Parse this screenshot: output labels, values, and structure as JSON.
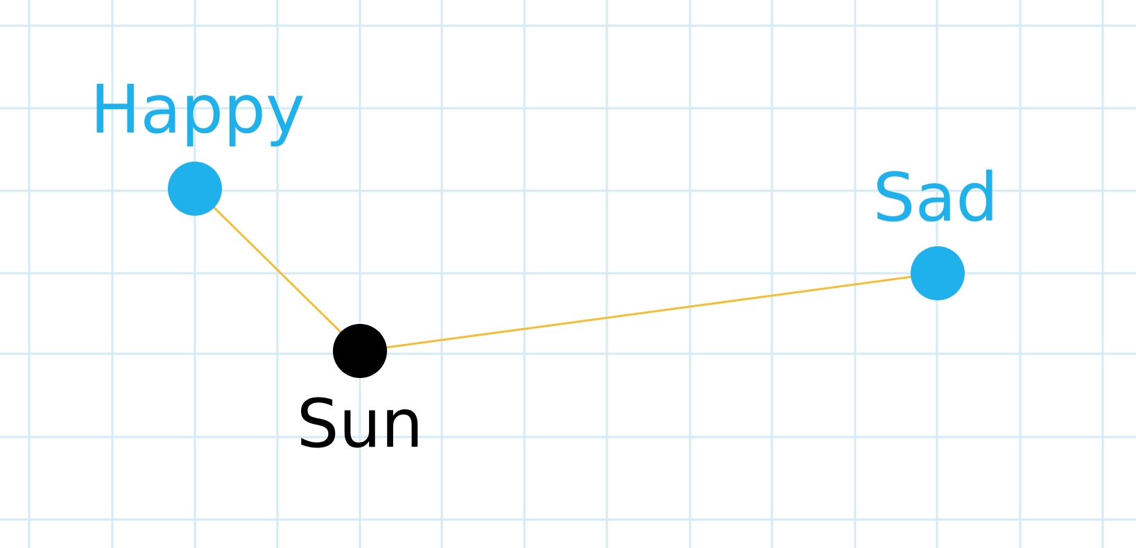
{
  "diagram": {
    "nodes": [
      {
        "id": "happy",
        "label": "Happy",
        "color": "#1fb1eb"
      },
      {
        "id": "sun",
        "label": "Sun",
        "color": "#000000"
      },
      {
        "id": "sad",
        "label": "Sad",
        "color": "#1fb1eb"
      }
    ],
    "edges": [
      {
        "from": "happy",
        "to": "sun"
      },
      {
        "from": "sun",
        "to": "sad"
      }
    ],
    "colors": {
      "grid": "#d3eaf7",
      "edge": "#f5bd33",
      "background": "#ffffff"
    }
  }
}
